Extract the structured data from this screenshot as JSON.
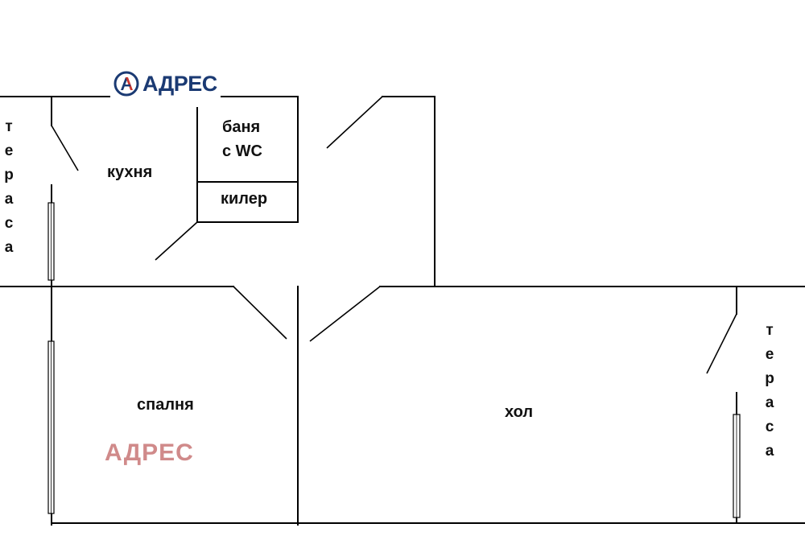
{
  "logo": {
    "text": "АДРЕС",
    "brand_color": "#1b3a73",
    "accent_color": "#c8362f"
  },
  "watermark": {
    "text": "АДРЕС",
    "color": "#d08a8a"
  },
  "rooms": {
    "kitchen": "кухня",
    "bathroom_line1": "баня",
    "bathroom_line2": "с WC",
    "storage": "килер",
    "bedroom": "спалня",
    "hall": "хол"
  },
  "terraces": {
    "left": [
      "т",
      "е",
      "р",
      "а",
      "с",
      "а"
    ],
    "right": [
      "т",
      "е",
      "р",
      "а",
      "с",
      "а"
    ]
  }
}
